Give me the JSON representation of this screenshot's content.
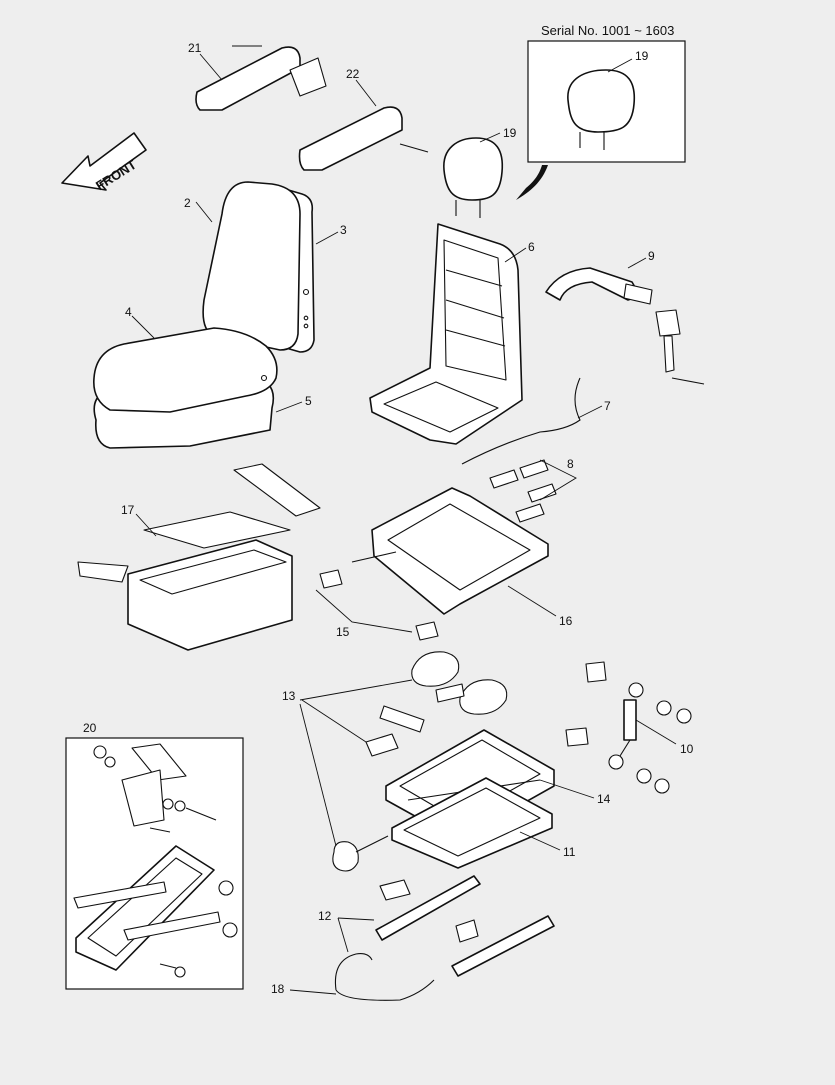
{
  "serial_note": "Serial No. 1001 ~ 1603",
  "front_label": "FRONT",
  "callouts": {
    "c21": "21",
    "c22": "22",
    "c19a": "19",
    "c19b": "19",
    "c2": "2",
    "c3": "3",
    "c6": "6",
    "c9": "9",
    "c4": "4",
    "c5": "5",
    "c7": "7",
    "c8": "8",
    "c17": "17",
    "c15": "15",
    "c16": "16",
    "c13": "13",
    "c10": "10",
    "c20": "20",
    "c14": "14",
    "c11": "11",
    "c12": "12",
    "c18": "18"
  }
}
